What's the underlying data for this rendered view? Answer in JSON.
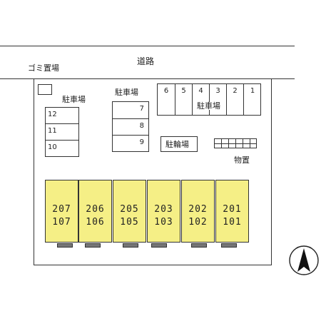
{
  "road": {
    "label": "道路"
  },
  "garbage": {
    "label": "ゴミ置場"
  },
  "parking_left": {
    "label": "駐車場",
    "spaces": [
      "12",
      "11",
      "10"
    ]
  },
  "parking_center": {
    "label": "駐車場",
    "spaces": [
      "7",
      "8",
      "9"
    ]
  },
  "parking_top": {
    "label": "駐車場",
    "spaces": [
      "6",
      "5",
      "4",
      "3",
      "2",
      "1"
    ]
  },
  "bike_parking": {
    "label": "駐輪場"
  },
  "storage": {
    "label": "物置"
  },
  "units": [
    {
      "upper": "207",
      "lower": "107"
    },
    {
      "upper": "206",
      "lower": "106"
    },
    {
      "upper": "205",
      "lower": "105"
    },
    {
      "upper": "203",
      "lower": "103"
    },
    {
      "upper": "202",
      "lower": "102"
    },
    {
      "upper": "201",
      "lower": "101"
    }
  ],
  "compass": {
    "icon": "north-arrow-icon"
  }
}
